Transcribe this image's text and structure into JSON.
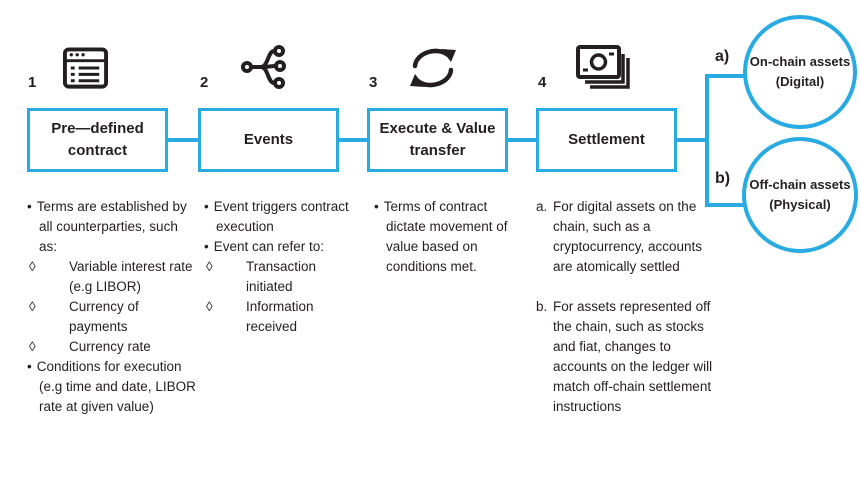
{
  "palette": {
    "accent": "#29ABE2",
    "ink": "#231F20"
  },
  "steps": [
    {
      "number": "1",
      "icon": "contract-window-icon",
      "title": "Pre—defined contract",
      "details": [
        {
          "marker": "•",
          "text": "Terms are established by all counterparties, such as:"
        },
        {
          "marker": "◊",
          "text": "Variable interest rate (e.g LIBOR)"
        },
        {
          "marker": "◊",
          "text": "Currency of payments"
        },
        {
          "marker": "◊",
          "text": "Currency rate"
        },
        {
          "marker": "•",
          "text": "Conditions for execution (e.g time and date, LIBOR rate at given value)"
        }
      ]
    },
    {
      "number": "2",
      "icon": "branch-network-icon",
      "title": "Events",
      "details": [
        {
          "marker": "•",
          "text": "Event triggers contract execution"
        },
        {
          "marker": "•",
          "text": "Event can refer to:"
        },
        {
          "marker": "◊",
          "text": "Transaction initiated"
        },
        {
          "marker": "◊",
          "text": "Information received"
        }
      ]
    },
    {
      "number": "3",
      "icon": "cycle-arrows-icon",
      "title": "Execute & Value transfer",
      "details": [
        {
          "marker": "•",
          "text": "Terms of contract dictate movement of value based on conditions met."
        }
      ]
    },
    {
      "number": "4",
      "icon": "banknotes-icon",
      "title": "Settlement",
      "details": [
        {
          "marker": "a.",
          "text": "For digital assets on the chain, such as a cryptocurrency, accounts are atomically settled"
        },
        {
          "marker": "b.",
          "text": "For assets represented off the chain, such as stocks and fiat, changes to accounts on the ledger will match off-chain settlement instructions"
        }
      ]
    }
  ],
  "outcomes": [
    {
      "label": "a)",
      "line1": "On-chain assets",
      "line2": "(Digital)"
    },
    {
      "label": "b)",
      "line1": "Off-chain assets",
      "line2": "(Physical)"
    }
  ]
}
